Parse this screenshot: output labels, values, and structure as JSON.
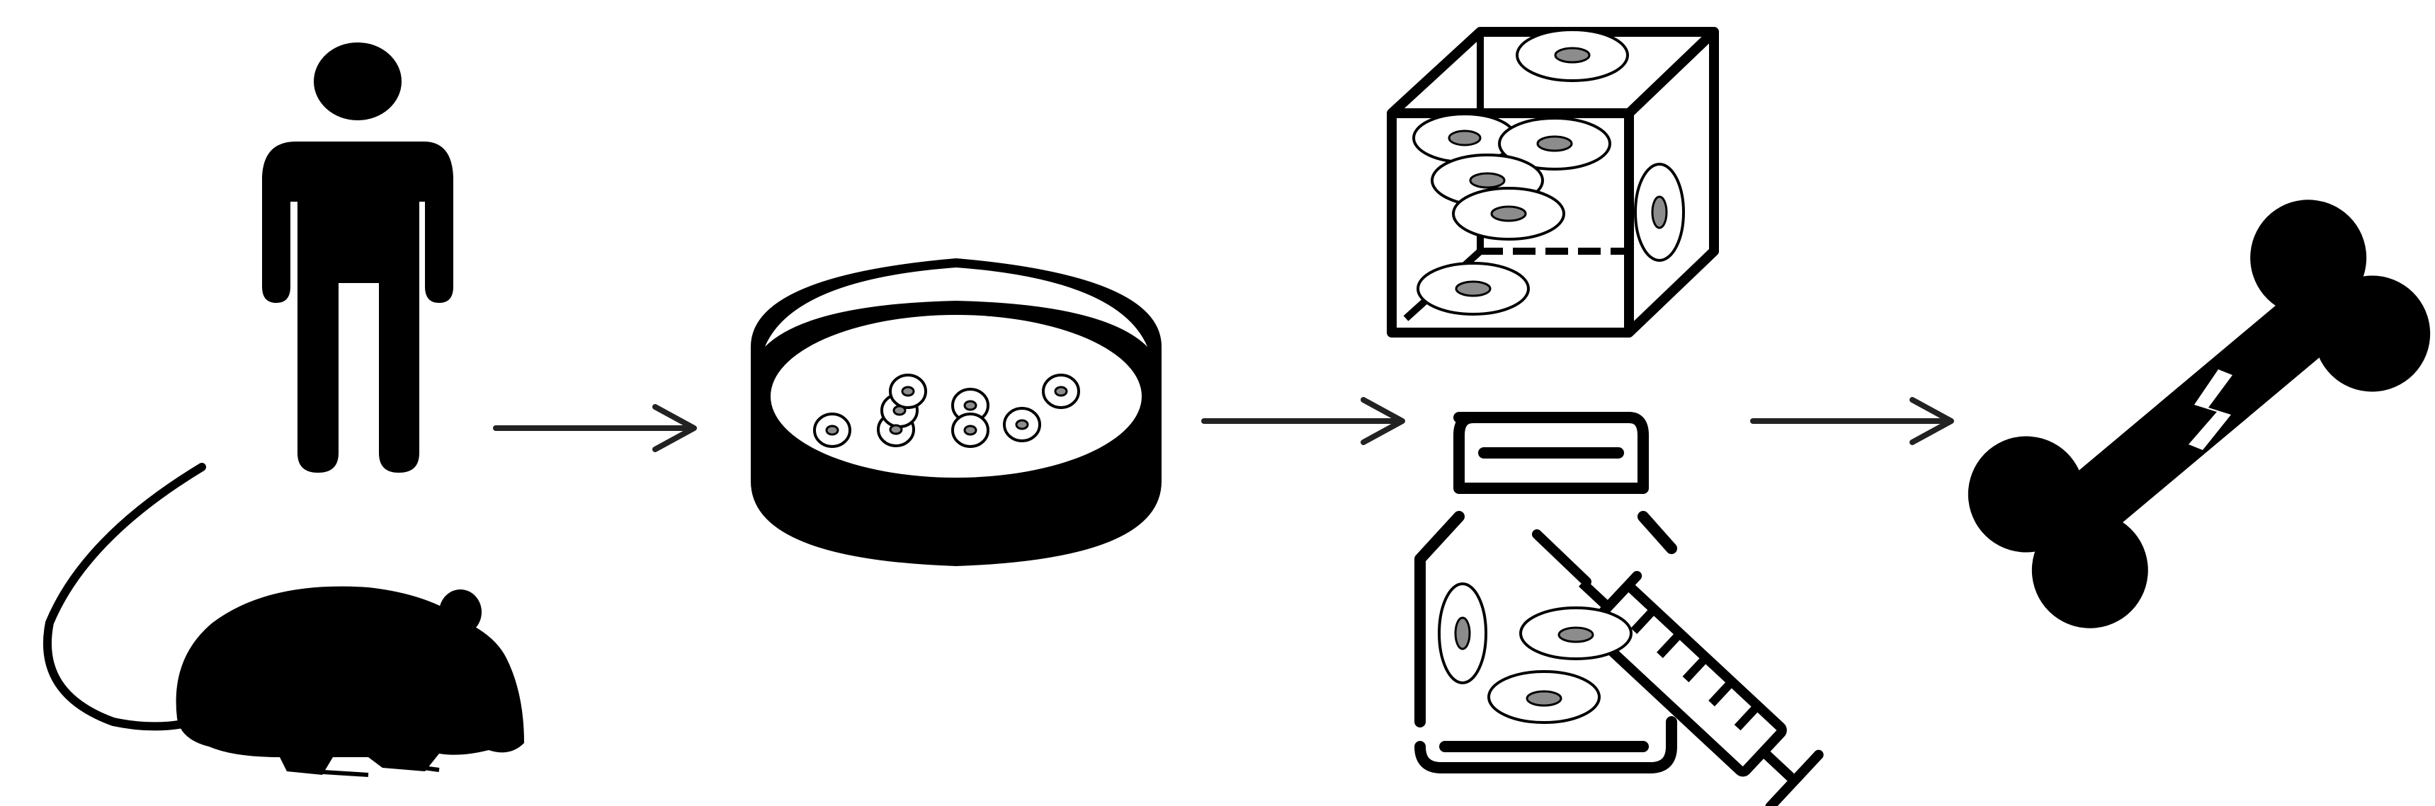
{
  "diagram": {
    "description_visible_text": "",
    "colors": {
      "ink": "#000000",
      "cell_fill": "#ffffff",
      "nucleus": "#8c8c8c",
      "background": "#ffffff"
    },
    "stages": [
      {
        "id": "source",
        "icons": [
          "human-icon",
          "mouse-icon"
        ]
      },
      {
        "id": "culture",
        "icons": [
          "petri-dish-icon"
        ]
      },
      {
        "id": "delivery",
        "icons": [
          "scaffold-cube-icon",
          "injection-vial-icon"
        ]
      },
      {
        "id": "target",
        "icons": [
          "fractured-bone-icon"
        ]
      }
    ],
    "arrows": 3
  }
}
